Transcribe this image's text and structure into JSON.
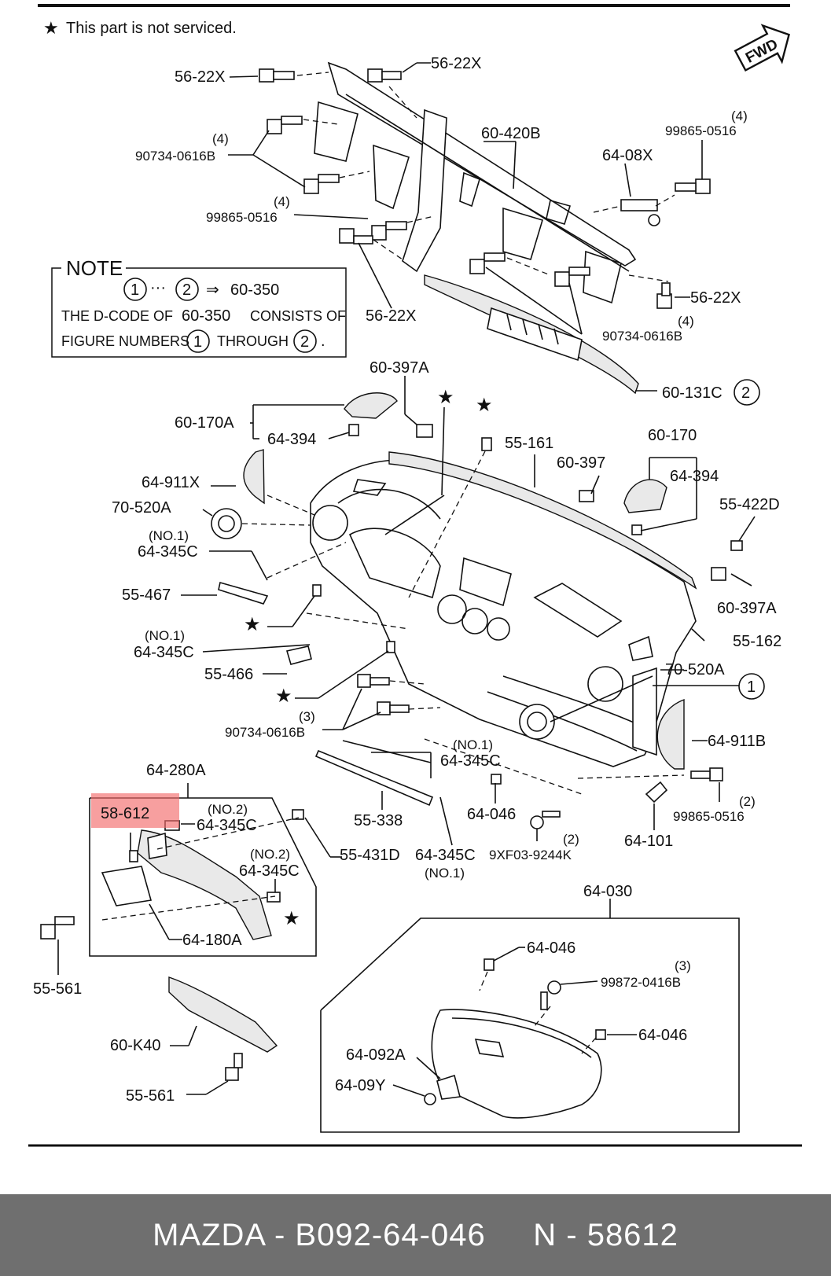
{
  "header": {
    "legend": "This part is not serviced.",
    "direction_badge": "FWD"
  },
  "note": {
    "title": "NOTE",
    "range_from": "1",
    "range_to": "2",
    "range_dots": "···",
    "arrow": "⇒",
    "range_code": "60-350",
    "line1_a": "THE D-CODE OF",
    "line1_code": "60-350",
    "line1_b": "CONSISTS OF",
    "line2_a": "FIGURE NUMBERS",
    "line2_n1": "1",
    "line2_b": "THROUGH",
    "line2_n2": "2",
    "line2_end": "."
  },
  "labels": {
    "l_5622x_a": "56-22X",
    "l_5622x_b": "56-22X",
    "l_5622x_c": "56-22X",
    "l_5622x_d": "56-22X",
    "l_90734_a": "90734-0616B",
    "l_90734_a_qty": "(4)",
    "l_99865_a": "99865-0516",
    "l_99865_a_qty": "(4)",
    "l_60420b": "60-420B",
    "l_6408x": "64-08X",
    "l_99865_b": "99865-0516",
    "l_99865_b_qty": "(4)",
    "l_90734_b": "90734-0616B",
    "l_5622x_c_qty": "(4)",
    "l_60131c": "60-131C",
    "l_60131c_fig": "2",
    "l_60397a": "60-397A",
    "l_60170a": "60-170A",
    "l_64394_a": "64-394",
    "l_55161": "55-161",
    "l_60397": "60-397",
    "l_60170": "60-170",
    "l_64394_b": "64-394",
    "l_64911x": "64-911X",
    "l_70520a_a": "70-520A",
    "l_55422d": "55-422D",
    "l_no1_a": "(NO.1)",
    "l_64345c_a": "64-345C",
    "l_55467": "55-467",
    "l_60397a_b": "60-397A",
    "l_no1_b": "(NO.1)",
    "l_64345c_b": "64-345C",
    "l_55162": "55-162",
    "l_55466": "55-466",
    "l_70520a_b": "70-520A",
    "l_70520a_b_fig": "1",
    "l_90734_c": "90734-0616B",
    "l_90734_c_qty": "(3)",
    "l_64911b": "64-911B",
    "l_no1_c": "(NO.1)",
    "l_64345c_c": "64-345C",
    "l_64280a": "64-280A",
    "l_58612": "58-612",
    "l_no2_a": "(NO.2)",
    "l_64345c_d": "64-345C",
    "l_55338": "55-338",
    "l_64046_a": "64-046",
    "l_99865_c": "99865-0516",
    "l_99865_c_qty": "(2)",
    "l_no2_b": "(NO.2)",
    "l_64345c_e": "64-345C",
    "l_55431d": "55-431D",
    "l_64345c_f": "64-345C",
    "l_no1_d": "(NO.1)",
    "l_9xf03": "9XF03-9244K",
    "l_9xf03_qty": "(2)",
    "l_64101": "64-101",
    "l_64180a": "64-180A",
    "l_64030": "64-030",
    "l_55561_a": "55-561",
    "l_64046_b": "64-046",
    "l_99872": "99872-0416B",
    "l_99872_qty": "(3)",
    "l_60k40": "60-K40",
    "l_64046_c": "64-046",
    "l_64092a": "64-092A",
    "l_6409y": "64-09Y",
    "l_55561_b": "55-561"
  },
  "highlight": {
    "part": "58-612",
    "color": "#f26b6b"
  },
  "footer": {
    "text": "MAZDA - B092-64-046     N - 58612",
    "background": "#6f6f6f",
    "color": "#ffffff"
  }
}
